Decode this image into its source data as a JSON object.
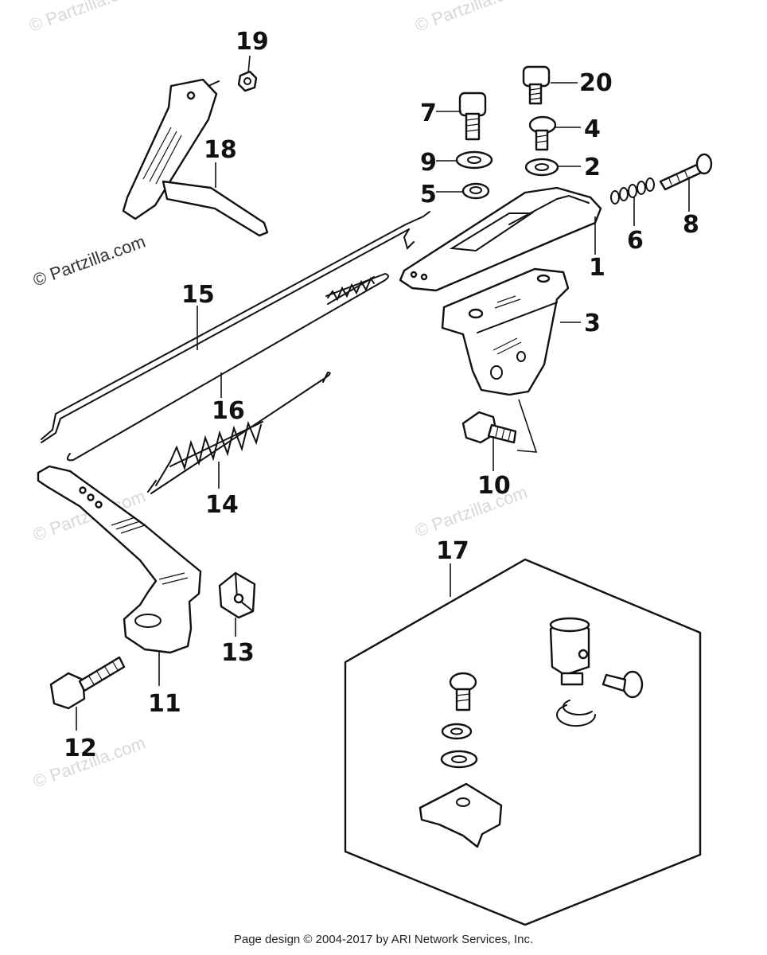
{
  "watermark": "© Partzilla.com",
  "callouts": {
    "c1": "1",
    "c2": "2",
    "c3": "3",
    "c4": "4",
    "c5": "5",
    "c6": "6",
    "c7": "7",
    "c8": "8",
    "c9": "9",
    "c10": "10",
    "c11": "11",
    "c12": "12",
    "c13": "13",
    "c14": "14",
    "c15": "15",
    "c16": "16",
    "c17": "17",
    "c18": "18",
    "c19": "19",
    "c20": "20"
  },
  "footer": "Page design © 2004-2017 by ARI Network Services, Inc."
}
